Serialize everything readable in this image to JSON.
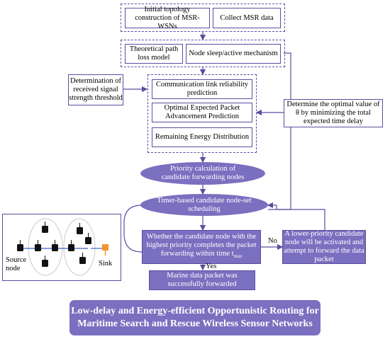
{
  "top_group": {
    "initial_topology": "Initial topology construction of MSR-WSNs",
    "collect_msr": "Collect MSR data"
  },
  "second_group": {
    "path_loss": "Theoretical path loss model",
    "sleep_active": "Node sleep/active mechanism"
  },
  "prediction_group": {
    "link_reliability": "Communication link reliability prediction",
    "packet_advancement": "Optimal Expected Packet Advancement Prediction",
    "remaining_energy": "Remaining Energy Distribution"
  },
  "side_notes": {
    "rss_threshold": "Determination of received signal strength threshold",
    "optimal_theta": "Determine the optimal value of θ by minimizing the total expected time delay"
  },
  "ellipses": {
    "priority_calc": "Priority calculation of candidate forwarding nodes",
    "timer_scheduling": "Timer-based candidate node-set scheduling"
  },
  "decision": {
    "question": "Whether the candidate node with the highest priority completes the packet forwarding within time t",
    "question_subscript": "max",
    "no_label": "No",
    "yes_label": "Yes",
    "lower_priority": "A lower-priority candidate node will be activated and attempt to forward the data packet",
    "success": "Marine data packet was successfully forwarded"
  },
  "network_panel": {
    "source_label": "Source node",
    "sink_label": "Sink"
  },
  "title": {
    "line1": "Low-delay and Energy-efficient Opportunistic Routing for",
    "line2": "Maritime Search and Rescue Wireless Sensor Networks"
  },
  "colors": {
    "accent": "#7b6fc0",
    "border": "#5b4ea0",
    "sink": "#f0962c",
    "node": "#111111"
  }
}
